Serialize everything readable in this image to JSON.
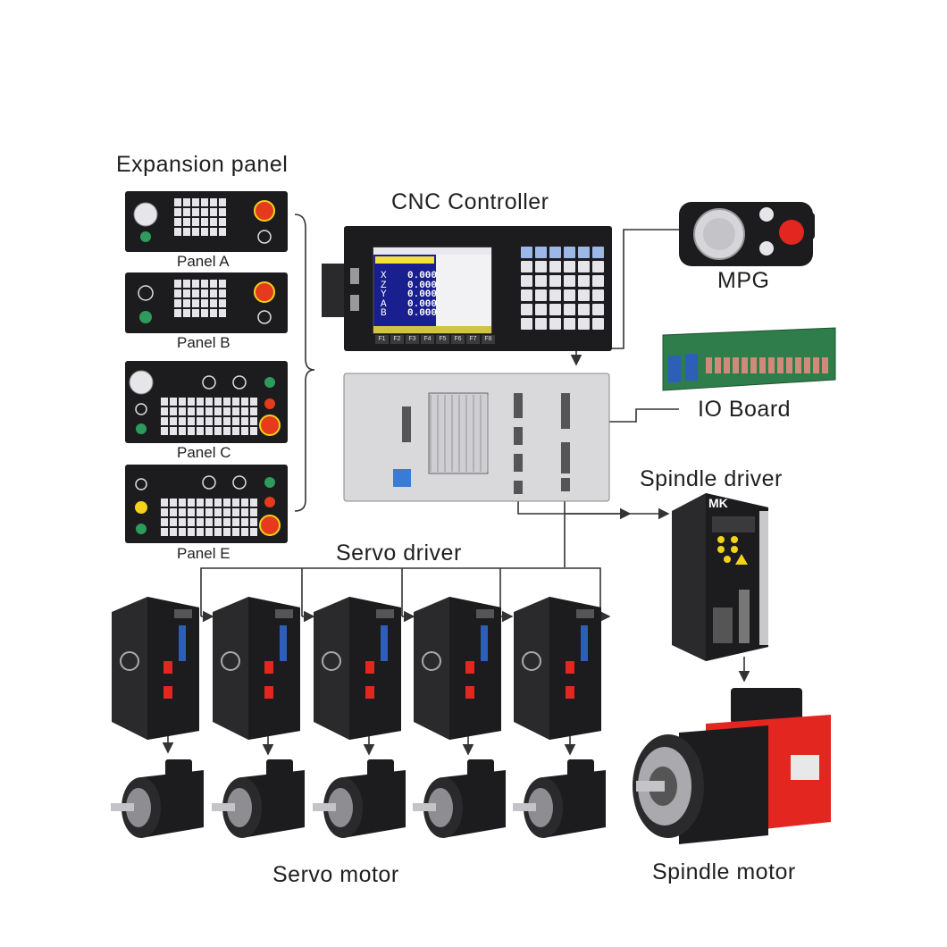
{
  "labels": {
    "expansion_panel": "Expansion panel",
    "panel_a": "Panel A",
    "panel_b": "Panel B",
    "panel_c": "Panel C",
    "panel_e": "Panel E",
    "cnc_controller": "CNC Controller",
    "mpg": "MPG",
    "io_board": "IO Board",
    "spindle_driver": "Spindle driver",
    "servo_driver": "Servo driver",
    "servo_motor": "Servo motor",
    "spindle_motor": "Spindle motor"
  },
  "screen": {
    "axes": [
      "X",
      "Z",
      "Y",
      "A",
      "B"
    ],
    "values": [
      "0.000",
      "0.000",
      "0.000",
      "0.000",
      "0.000"
    ],
    "fkeys": [
      "F1",
      "F2",
      "F3",
      "F4",
      "F5",
      "F6",
      "F7",
      "F8"
    ]
  },
  "spindle_driver_brand": "MK",
  "servo_count": 5,
  "colors": {
    "device_black": "#1c1c1e",
    "screen_blue": "#1a1f8f",
    "estop_red": "#e53a1c",
    "key_white": "#e6e6ea",
    "green_button": "#2e9a5c",
    "yellow_button": "#f2d21b",
    "spindle_red": "#e3261f",
    "io_board_green": "#2f7d4a",
    "line": "#333333"
  }
}
